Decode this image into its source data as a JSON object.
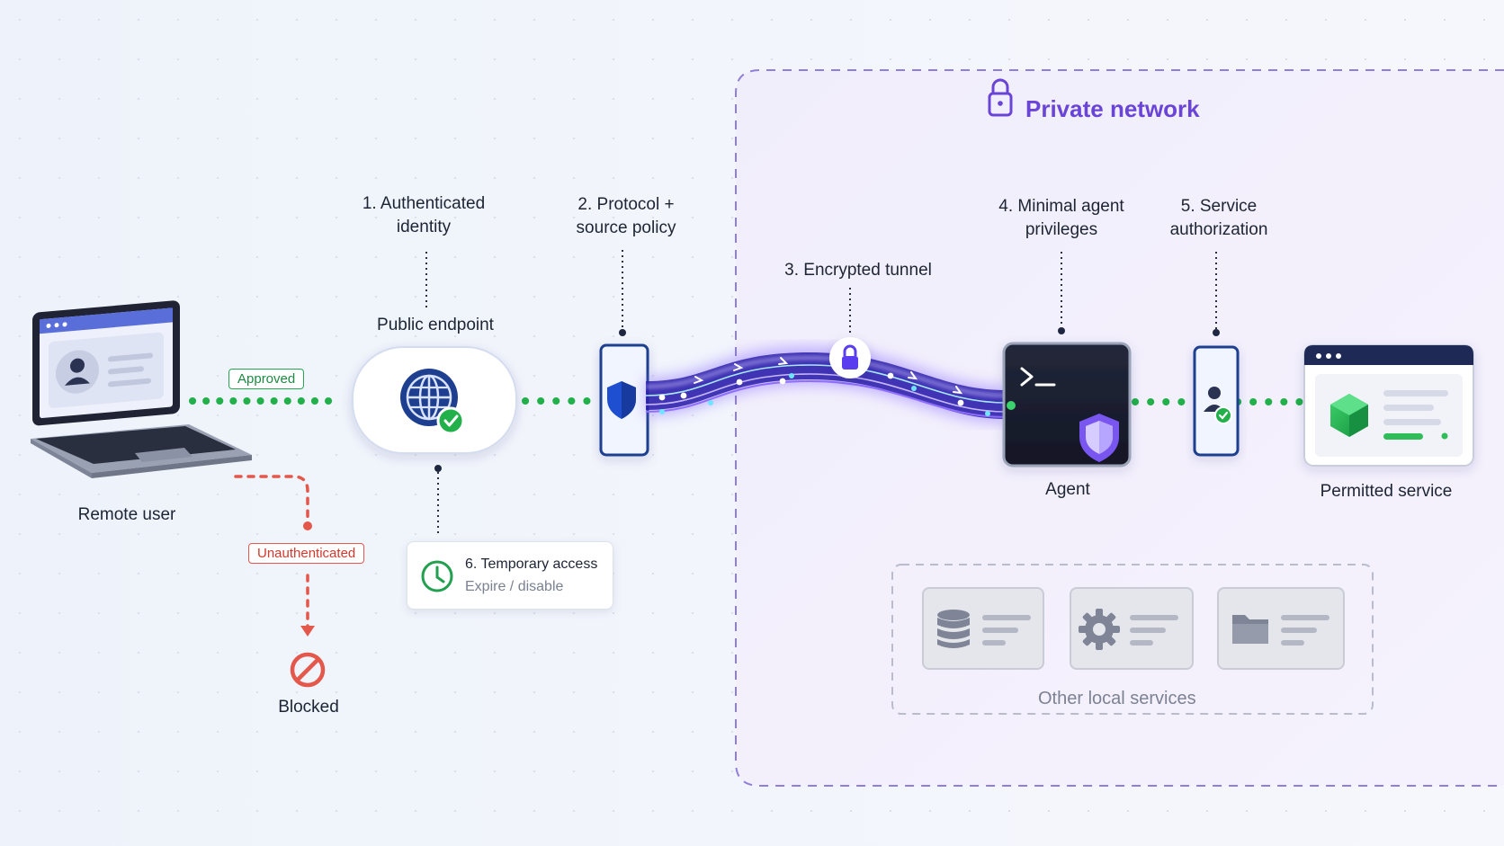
{
  "private_network": {
    "title": "Private network"
  },
  "steps": {
    "step1": [
      "1. Authenticated",
      "identity"
    ],
    "step2": [
      "2. Protocol +",
      "source policy"
    ],
    "step3": "3. Encrypted tunnel",
    "step4": [
      "4. Minimal agent",
      "privileges"
    ],
    "step5": [
      "5. Service",
      "authorization"
    ]
  },
  "nodes": {
    "remote_user": "Remote user",
    "public_endpoint": "Public endpoint",
    "agent": "Agent",
    "permitted_service": "Permitted service",
    "blocked": "Blocked"
  },
  "badges": {
    "approved": "Approved",
    "unauthenticated": "Unauthenticated"
  },
  "temporary_access": {
    "title": "6. Temporary access",
    "subtitle": "Expire / disable"
  },
  "other_services": {
    "label": "Other local services"
  },
  "colors": {
    "green": "#22b04b",
    "red": "#e4574b",
    "purple": "#6a44d6",
    "navy": "#1f3a8a",
    "tunnel": "#5b3df0"
  },
  "icons": [
    "laptop-icon",
    "globe-icon",
    "check-icon",
    "shield-icon",
    "lock-icon",
    "terminal-icon",
    "user-check-icon",
    "cube-icon",
    "database-icon",
    "gear-icon",
    "folder-icon",
    "clock-icon",
    "no-entry-icon"
  ]
}
